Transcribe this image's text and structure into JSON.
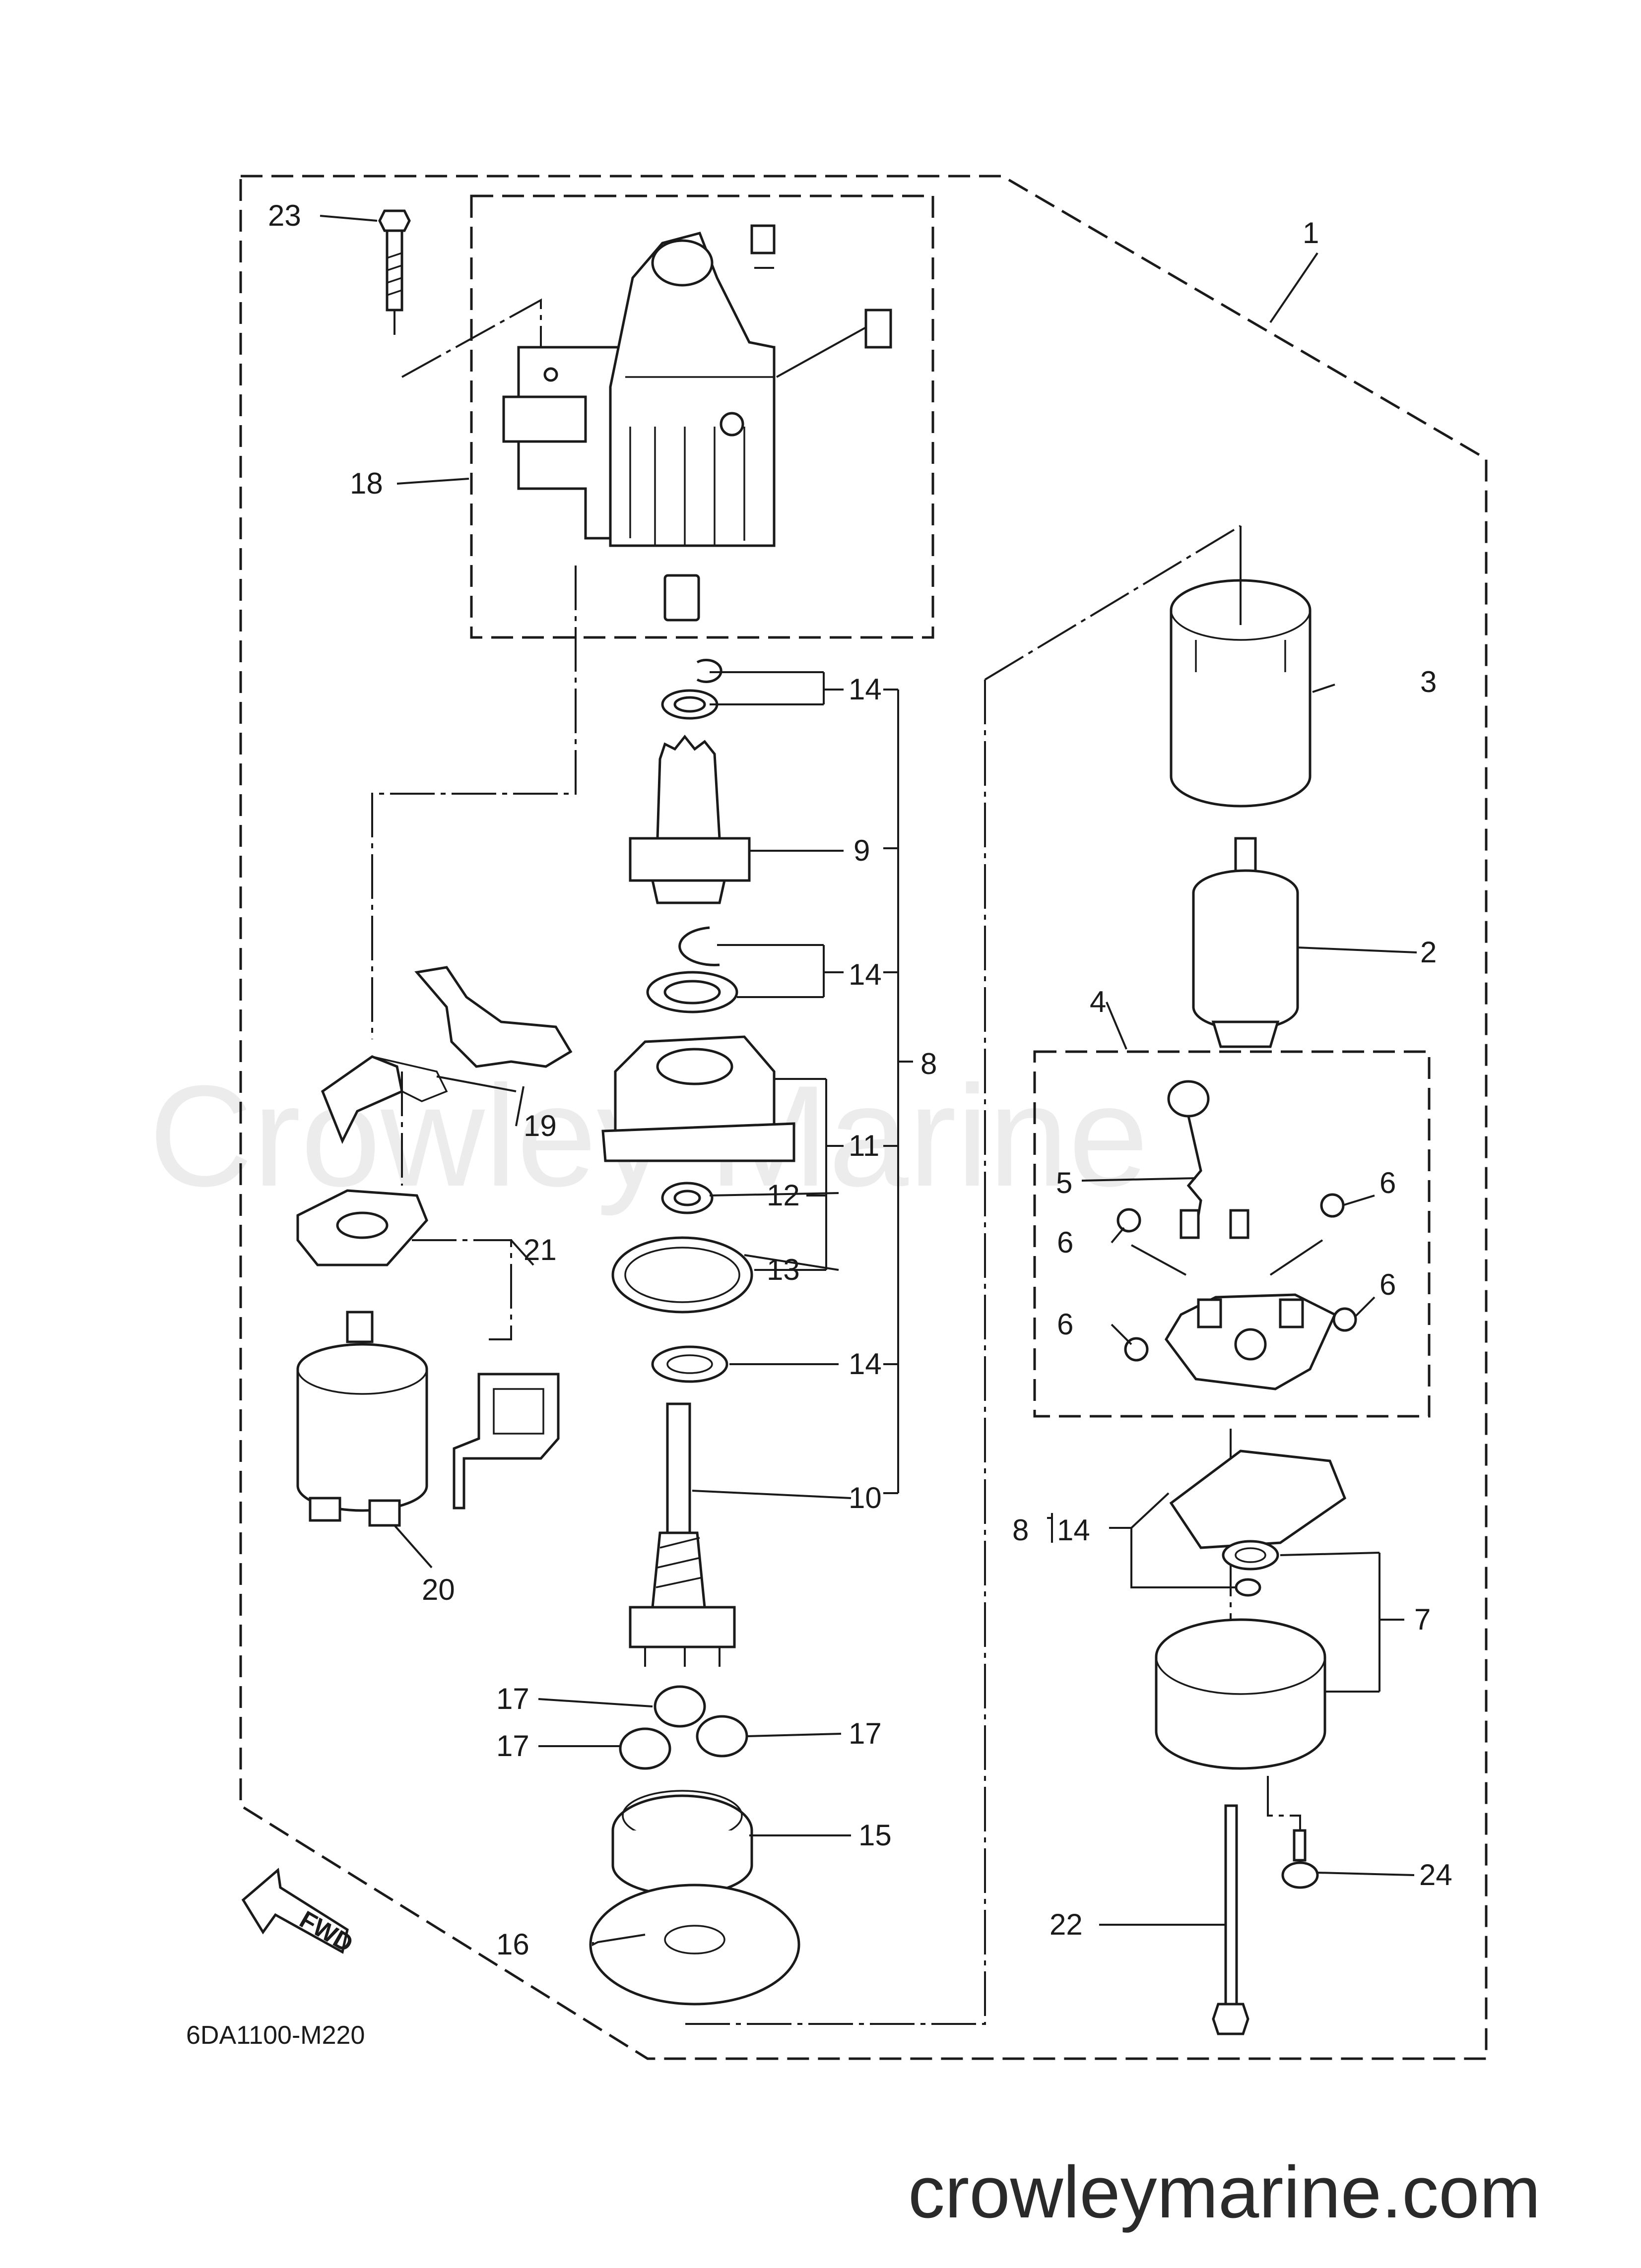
{
  "diagram": {
    "watermark": "Crowley Marine",
    "site_url": "crowleymarine.com",
    "diagram_code": "6DA1100-M220",
    "direction_label": "FWD",
    "callouts": {
      "c1": "1",
      "c2": "2",
      "c3": "3",
      "c4": "4",
      "c5": "5",
      "c6a": "6",
      "c6b": "6",
      "c6c": "6",
      "c6d": "6",
      "c7": "7",
      "c8a": "8",
      "c8b": "8",
      "c9": "9",
      "c10": "10",
      "c11": "11",
      "c12": "12",
      "c13": "13",
      "c14a": "14",
      "c14b": "14",
      "c14c": "14",
      "c14d": "14",
      "c15": "15",
      "c16": "16",
      "c17a": "17",
      "c17b": "17",
      "c17c": "17",
      "c18": "18",
      "c19": "19",
      "c20": "20",
      "c21": "21",
      "c22": "22",
      "c23": "23",
      "c24": "24"
    }
  }
}
